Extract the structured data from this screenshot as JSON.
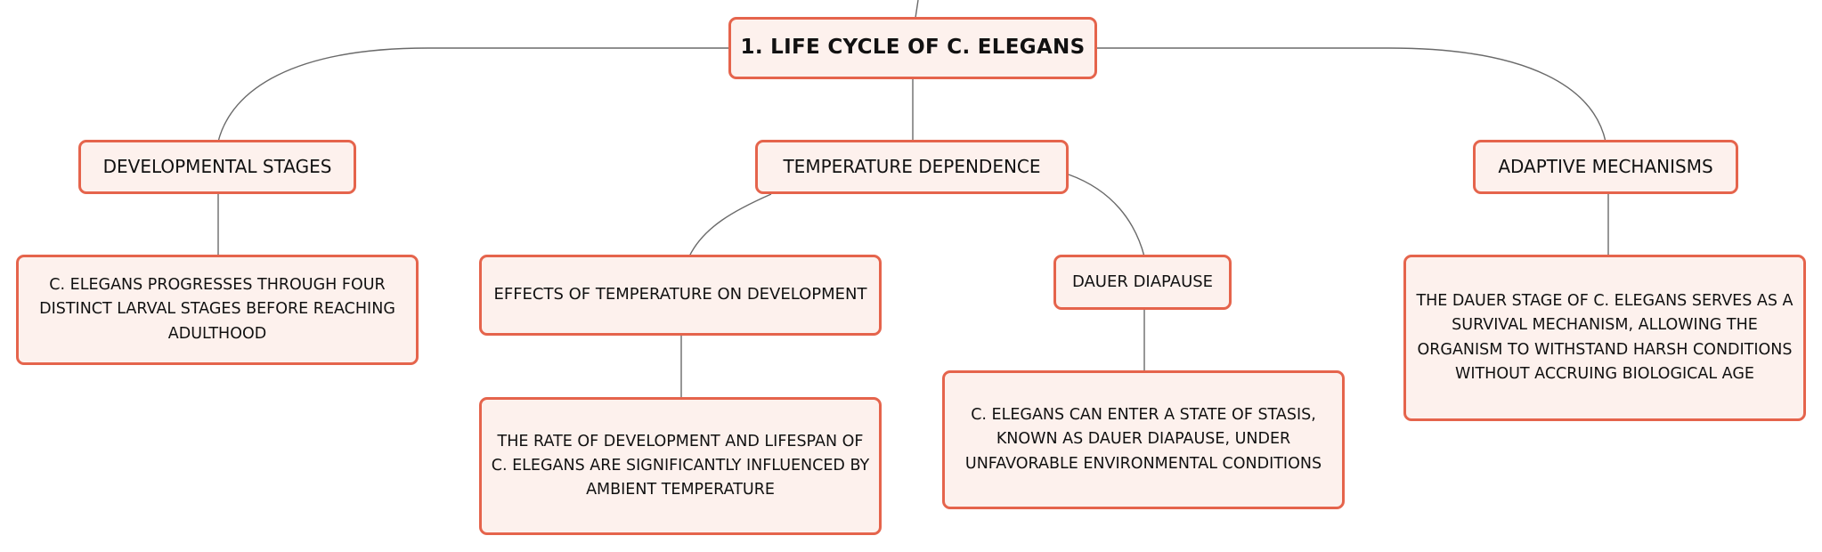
{
  "colors": {
    "node_fill": "#fdf1ed",
    "node_border": "#e5644c",
    "connector": "#6a6a6a",
    "text": "#111111"
  },
  "root": {
    "label": "1. LIFE CYCLE OF C. ELEGANS"
  },
  "branches": {
    "developmental_stages": {
      "label": "DEVELOPMENTAL STAGES",
      "description": "C. ELEGANS PROGRESSES THROUGH FOUR DISTINCT LARVAL STAGES BEFORE REACHING ADULTHOOD"
    },
    "temperature_dependence": {
      "label": "TEMPERATURE DEPENDENCE",
      "children": {
        "effects_of_temperature": {
          "label": "EFFECTS OF TEMPERATURE ON DEVELOPMENT",
          "description": "THE RATE OF DEVELOPMENT AND LIFESPAN OF C. ELEGANS ARE SIGNIFICANTLY INFLUENCED BY AMBIENT TEMPERATURE"
        },
        "dauer_diapause": {
          "label": "DAUER DIAPAUSE",
          "description": "C. ELEGANS CAN ENTER A STATE OF STASIS, KNOWN AS DAUER DIAPAUSE, UNDER UNFAVORABLE ENVIRONMENTAL CONDITIONS"
        }
      }
    },
    "adaptive_mechanisms": {
      "label": "ADAPTIVE MECHANISMS",
      "description": "THE DAUER STAGE OF C. ELEGANS SERVES AS A SURVIVAL MECHANISM, ALLOWING THE ORGANISM TO WITHSTAND HARSH CONDITIONS WITHOUT ACCRUING BIOLOGICAL AGE"
    }
  }
}
